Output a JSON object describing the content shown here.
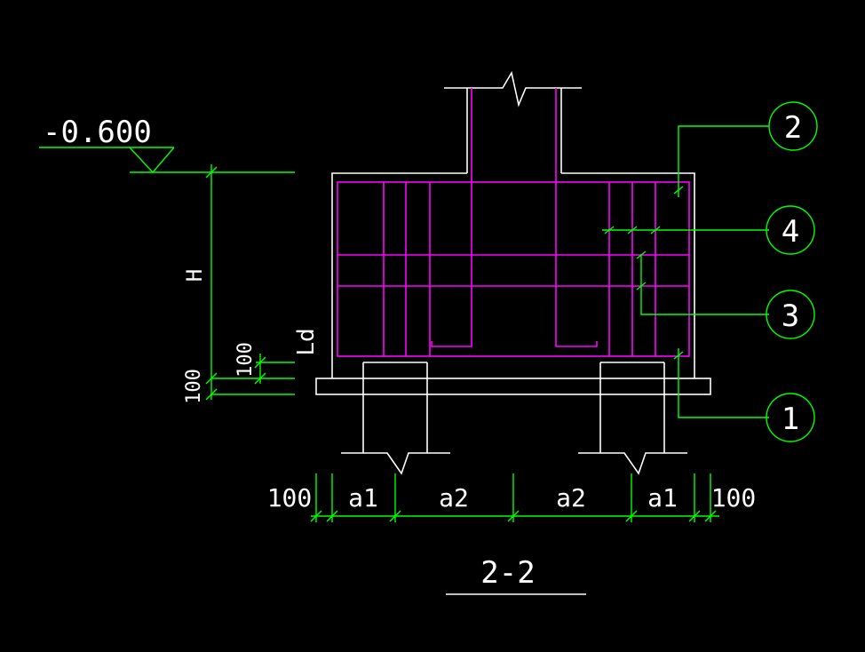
{
  "colors": {
    "background": "#000000",
    "outline": "#ffffff",
    "dimension": "#00ff00",
    "rebar": "#ff00ff"
  },
  "elevation": "-0.600",
  "height_label": "H",
  "anchorage_label": "Ld",
  "vertical_dims": [
    "100",
    "100"
  ],
  "horizontal_dims": [
    "100",
    "a1",
    "a2",
    "a2",
    "a1",
    "100"
  ],
  "callouts": [
    "2",
    "4",
    "3",
    "1"
  ],
  "section_title": "2-2"
}
